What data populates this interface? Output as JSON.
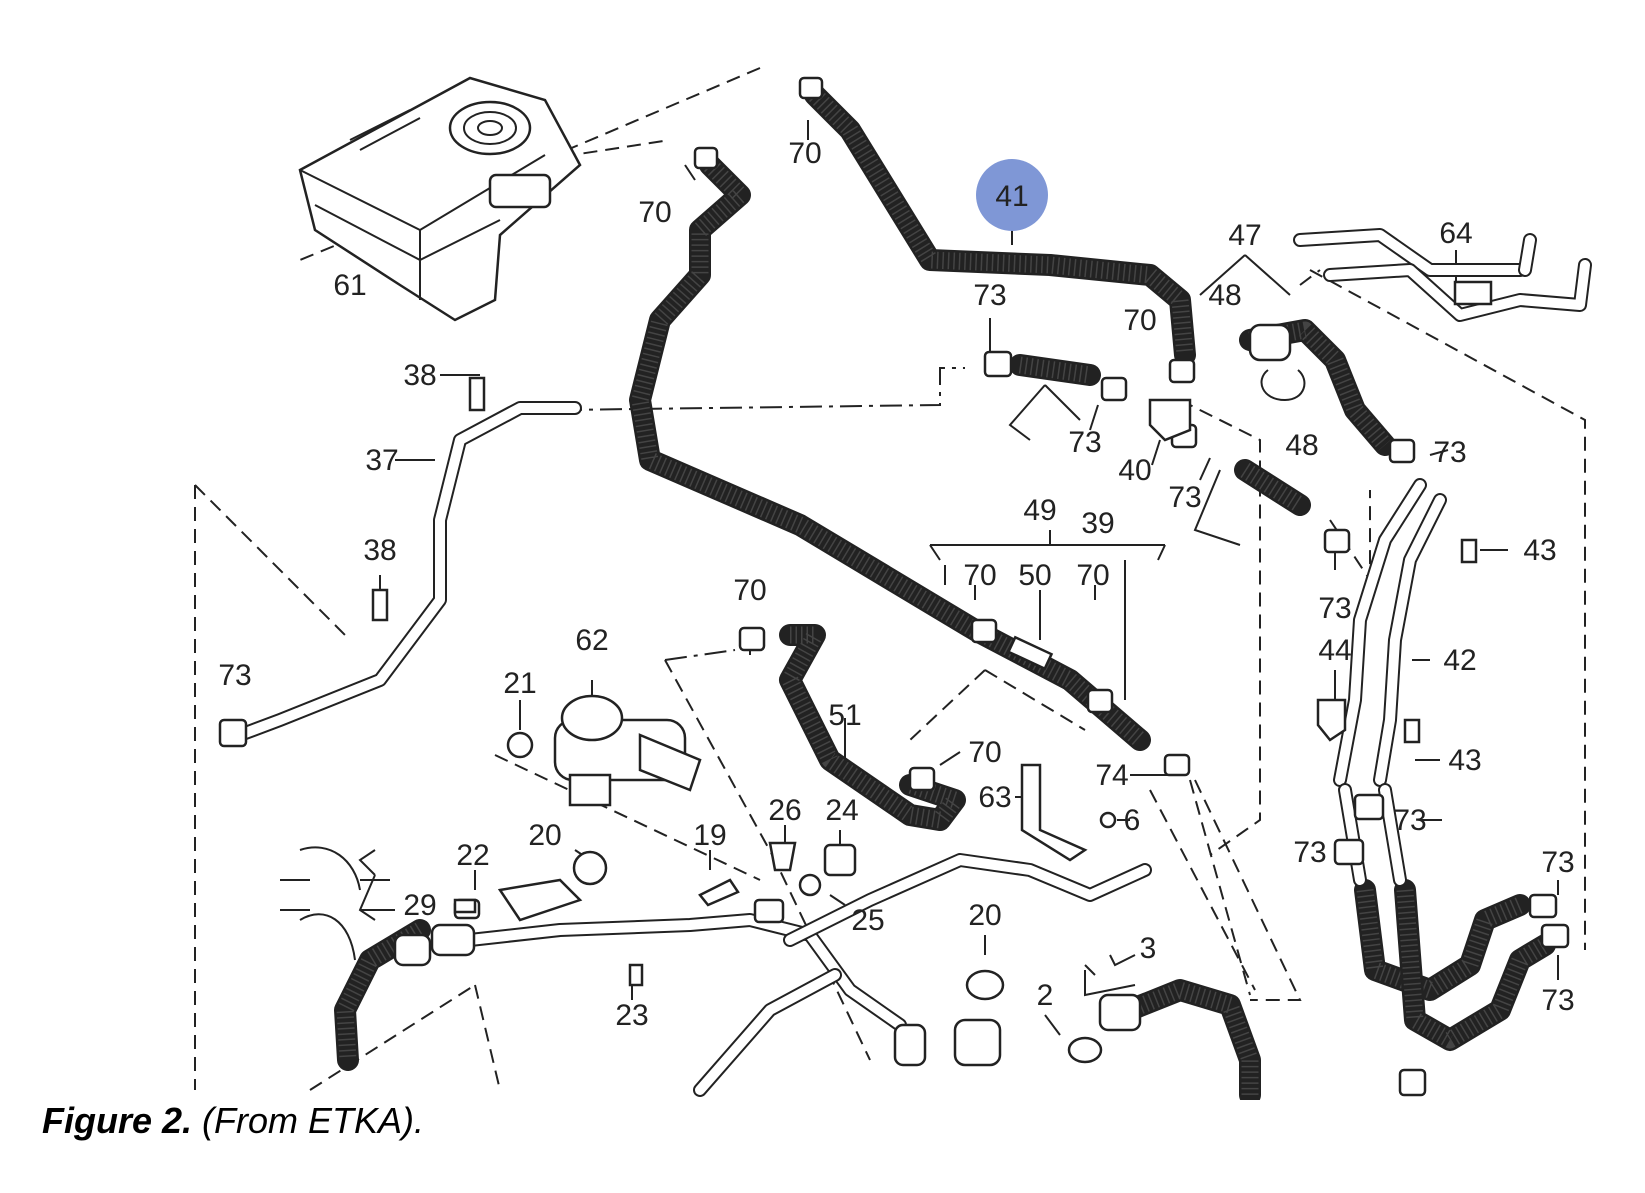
{
  "caption": {
    "figure_label": "Figure 2.",
    "source_text": " (From ETKA)."
  },
  "highlight_color": "#7f97d6",
  "labels": {
    "l41": "41",
    "l70a": "70",
    "l70b": "70",
    "l61": "61",
    "l47": "47",
    "l48a": "48",
    "l48b": "48",
    "l64": "64",
    "l73a": "73",
    "l70c": "70",
    "l73b": "73",
    "l40": "40",
    "l73c": "73",
    "l73d": "73",
    "l39": "39",
    "l49": "49",
    "l38a": "38",
    "l37": "37",
    "l38b": "38",
    "l43a": "43",
    "l73e": "73",
    "l70d": "70",
    "l50": "50",
    "l70e": "70",
    "l70f": "70",
    "l62": "62",
    "l44": "44",
    "l42": "42",
    "l73f": "73",
    "l21": "21",
    "l51": "51",
    "l70g": "70",
    "l43b": "43",
    "l74": "74",
    "l63": "63",
    "l6": "6",
    "l26": "26",
    "l24": "24",
    "l20a": "20",
    "l19": "19",
    "l22": "22",
    "l29": "29",
    "l25": "25",
    "l73g": "73",
    "l73h": "73",
    "l73i": "73",
    "l20b": "20",
    "l3": "3",
    "l2": "2",
    "l23": "23",
    "l73j": "73"
  }
}
